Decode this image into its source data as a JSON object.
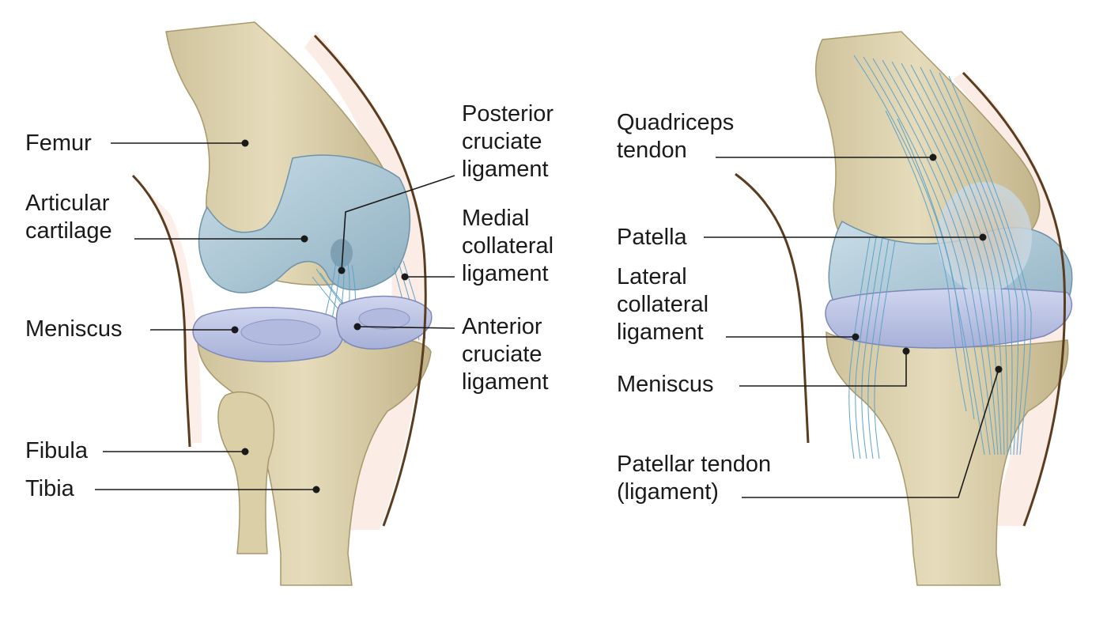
{
  "diagram": {
    "left_view": {
      "labels": {
        "femur": "Femur",
        "articular_cartilage": [
          "Articular",
          "cartilage"
        ],
        "meniscus": "Meniscus",
        "fibula": "Fibula",
        "tibia": "Tibia",
        "posterior_cruciate": [
          "Posterior",
          "cruciate",
          "ligament"
        ],
        "medial_collateral": [
          "Medial",
          "collateral",
          "ligament"
        ],
        "anterior_cruciate": [
          "Anterior",
          "cruciate",
          "ligament"
        ]
      }
    },
    "right_view": {
      "labels": {
        "quadriceps_tendon": [
          "Quadriceps",
          "tendon"
        ],
        "patella": "Patella",
        "lateral_collateral": [
          "Lateral",
          "collateral",
          "ligament"
        ],
        "meniscus": "Meniscus",
        "patellar_tendon": [
          "Patellar tendon",
          "(ligament)"
        ]
      }
    },
    "colors": {
      "bone": "#ddd2ae",
      "bone_shade": "#c4b78e",
      "cartilage": "#b4ccd8",
      "cartilage_shade": "#8fb0c2",
      "meniscus": "#bcc3e2",
      "ligament": "#5ea3c9",
      "skin_outline": "#5a3c1e",
      "skin_tint": "#fbeae2"
    }
  }
}
